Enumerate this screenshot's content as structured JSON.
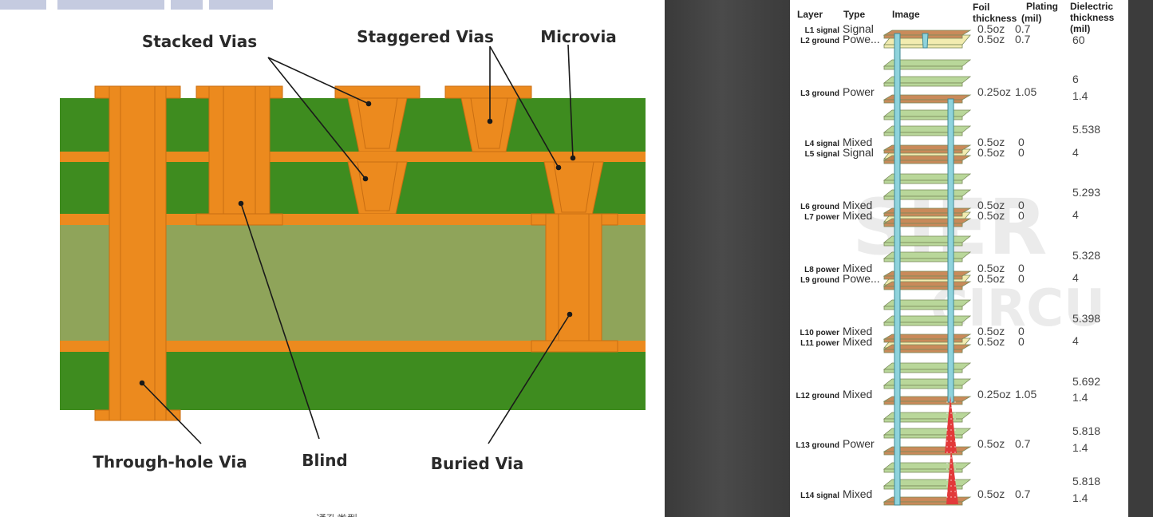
{
  "left_diagram": {
    "labels": {
      "stacked": "Stacked Vias",
      "staggered": "Staggered Vias",
      "microvia": "Microvia",
      "through_hole": "Through-hole Via",
      "blind": "Blind",
      "buried": "Buried Via"
    },
    "caption": "通孔类型",
    "colors": {
      "dark_green": "#3e8c1f",
      "light_green": "#8fa45a",
      "copper": "#ec8a1e",
      "copper_edge": "#c96e12"
    }
  },
  "stackup": {
    "headers": {
      "layer": "Layer",
      "type": "Type",
      "image": "Image",
      "foil_1": "Foil",
      "foil_2": "thickness",
      "plating_1": "Plating",
      "plating_2": "(mil)",
      "diel_1": "Dielectric",
      "diel_2": "thickness",
      "diel_3": "(mil)"
    },
    "layers": [
      {
        "name": "L1 signal",
        "type": "Signal",
        "foil": "0.5oz",
        "plating": "0.7"
      },
      {
        "name": "L2 ground",
        "type": "Powe...",
        "foil": "0.5oz",
        "plating": "0.7"
      },
      {
        "name": "L3 ground",
        "type": "Power",
        "foil": "0.25oz",
        "plating": "1.05"
      },
      {
        "name": "L4 signal",
        "type": "Mixed",
        "foil": "0.5oz",
        "plating": "0"
      },
      {
        "name": "L5 signal",
        "type": "Signal",
        "foil": "0.5oz",
        "plating": "0"
      },
      {
        "name": "L6 ground",
        "type": "Mixed",
        "foil": "0.5oz",
        "plating": "0"
      },
      {
        "name": "L7 power",
        "type": "Mixed",
        "foil": "0.5oz",
        "plating": "0"
      },
      {
        "name": "L8 power",
        "type": "Mixed",
        "foil": "0.5oz",
        "plating": "0"
      },
      {
        "name": "L9 ground",
        "type": "Powe...",
        "foil": "0.5oz",
        "plating": "0"
      },
      {
        "name": "L10 power",
        "type": "Mixed",
        "foil": "0.5oz",
        "plating": "0"
      },
      {
        "name": "L11 power",
        "type": "Mixed",
        "foil": "0.5oz",
        "plating": "0"
      },
      {
        "name": "L12 ground",
        "type": "Mixed",
        "foil": "0.25oz",
        "plating": "1.05"
      },
      {
        "name": "L13 ground",
        "type": "Power",
        "foil": "0.5oz",
        "plating": "0.7"
      },
      {
        "name": "L14 signal",
        "type": "Mixed",
        "foil": "0.5oz",
        "plating": "0.7"
      }
    ],
    "dielectric": [
      "60",
      "6",
      "1.4",
      "5.538",
      "4",
      "5.293",
      "4",
      "5.328",
      "4",
      "5.398",
      "4",
      "5.692",
      "1.4",
      "5.818",
      "1.4",
      "5.818",
      "1.4"
    ],
    "watermark": {
      "line1": "SIER",
      "line2": "CIRCU"
    },
    "colors": {
      "copper": "#c98a5a",
      "prepreg": "#b9d79a",
      "core": "#f2ecb0",
      "via": "#8fd3dc",
      "laser_via": "#e23a3a"
    }
  }
}
